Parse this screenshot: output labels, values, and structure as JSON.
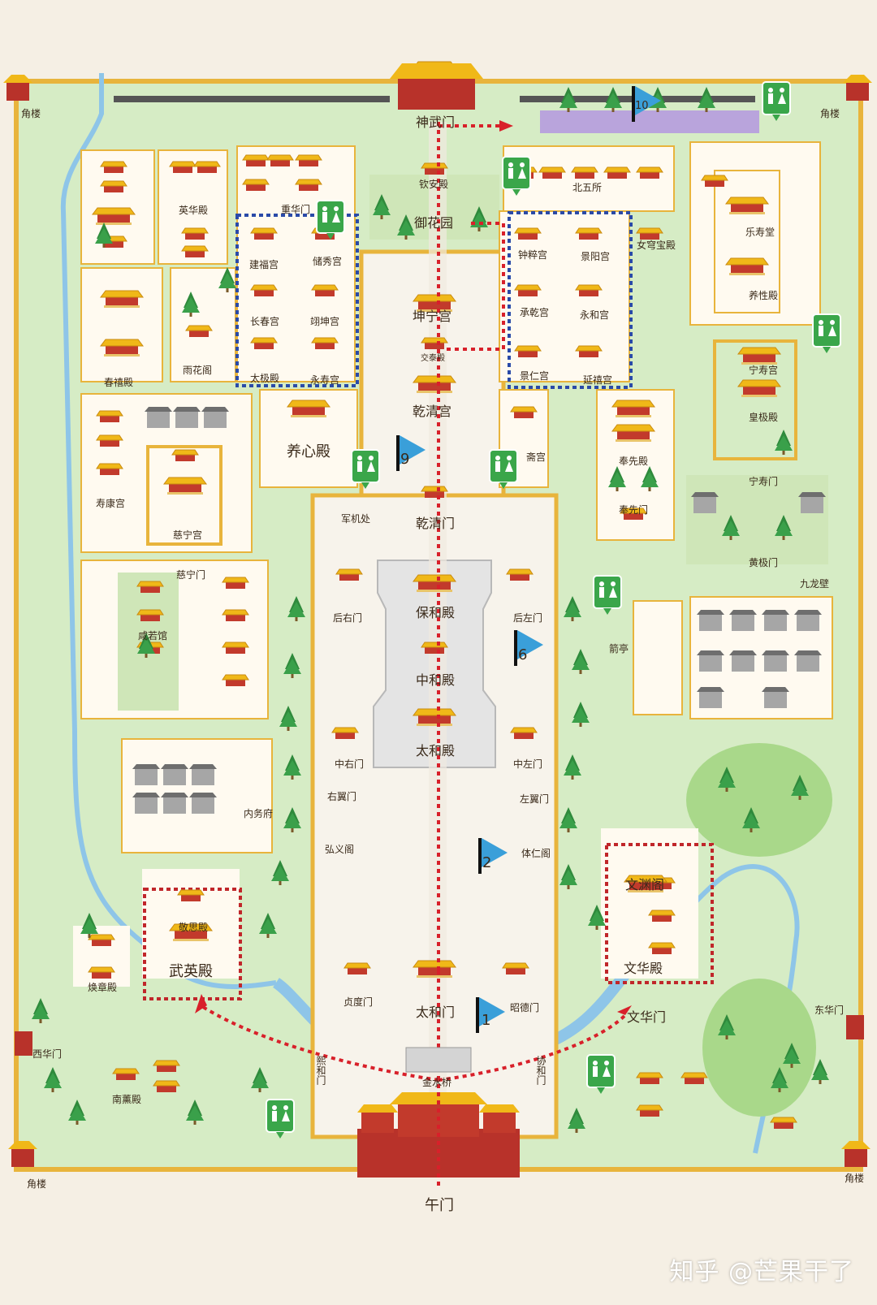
{
  "labels": {
    "jiaolou_nw": "角楼",
    "jiaolou_ne": "角楼",
    "jiaolou_sw": "角楼",
    "jiaolou_se": "角楼",
    "shenwumen": "神武门",
    "qinandian": "钦安殿",
    "yuhuayuan": "御花园",
    "beiwusuo": "北五所",
    "yinghuadian": "英华殿",
    "chongmen": "重华门",
    "jianfugong": "建福宫",
    "chuxiugong": "储秀宫",
    "changchungong": "长春宫",
    "yikungong": "翊坤宫",
    "taijidian": "太极殿",
    "yongshougong": "永寿宫",
    "chunxidian": "春禧殿",
    "yuhuage": "雨花阁",
    "kunninggong": "坤宁宫",
    "jiaotaidian": "交泰殿",
    "qianqinggong": "乾清宫",
    "zhongcuigong": "钟粹宫",
    "jingyanggong": "景阳宫",
    "chengqiangong": "承乾宫",
    "yonghegong": "永和宫",
    "jingrengong": "景仁宫",
    "yanxigong": "延禧宫",
    "nvqiongbaodian": "女穹宝殿",
    "leshoutang": "乐寿堂",
    "yangxingdian": "养性殿",
    "ningshougong": "宁寿宫",
    "huangjidian": "皇极殿",
    "ningshoumen": "宁寿门",
    "huangjimen": "黄极门",
    "jiulongbi": "九龙壁",
    "yangxindian": "养心殿",
    "shoukanggong": "寿康宫",
    "cininggong": "慈宁宫",
    "ciningmen": "慈宁门",
    "junjichu": "军机处",
    "qianqingmen": "乾清门",
    "zhaigong": "斋宫",
    "fengxiandian": "奉先殿",
    "fengxianmen": "奉先门",
    "xianruoguan": "咸若馆",
    "houyoumen": "后右门",
    "baohedian": "保和殿",
    "houzuomen": "后左门",
    "jianting": "箭亭",
    "zhonghedian": "中和殿",
    "zhongyoumen": "中右门",
    "taihedian": "太和殿",
    "zhongzuomen": "中左门",
    "youyimen": "右翼门",
    "zuoyimen": "左翼门",
    "neiwufu": "内务府",
    "hongyige": "弘义阁",
    "tirenge": "体仁阁",
    "wenyuange": "文渊阁",
    "jingsidian": "敬思殿",
    "wuyingdian": "武英殿",
    "wenhuadian": "文华殿",
    "huanzhangdian": "焕章殿",
    "zhendumen": "贞度门",
    "taihemen": "太和门",
    "zhaodemen": "昭德门",
    "wenhuamen": "文华门",
    "donghuamen": "东华门",
    "xihuamen": "西华门",
    "xihemen": "熙和门",
    "xiehemen": "协和门",
    "jinshuiqiao": "金水桥",
    "nanxundian": "南薰殿",
    "wumen": "午门"
  },
  "route_flags": [
    "1",
    "2",
    "6",
    "9",
    "10"
  ],
  "watermark": "知乎 @芒果干了",
  "colors": {
    "background": "#f5efe4",
    "grass": "#d6ecc5",
    "wall": "#e8b43c",
    "roof": "#f0b818",
    "red": "#b8322a",
    "route": "#d8202a",
    "water": "#8ec5e8",
    "flag": "#3a9fd9",
    "toilet": "#3aa64a",
    "dashed_blue": "#2a4aa8"
  },
  "icons": [
    "toilet-icon",
    "route-flag-icon",
    "tree-icon",
    "pavilion-icon",
    "arrow-icon"
  ]
}
